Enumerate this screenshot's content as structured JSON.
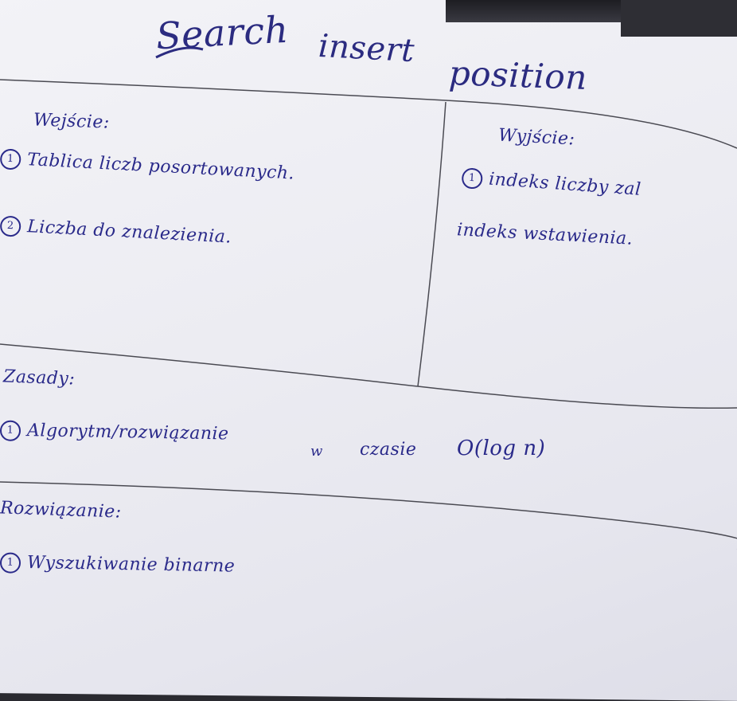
{
  "title": {
    "word1": "Search",
    "word2": "insert",
    "word3": "position"
  },
  "inputs": {
    "heading": "Wejście:",
    "items": [
      {
        "num": "1",
        "text": "Tablica liczb posortowanych."
      },
      {
        "num": "2",
        "text": "Liczba do znalezienia."
      }
    ]
  },
  "outputs": {
    "heading": "Wyjście:",
    "items": [
      {
        "num": "1",
        "text": "indeks liczby zal"
      },
      {
        "num": "",
        "text": "indeks wstawienia."
      }
    ]
  },
  "rules": {
    "heading": "Zasady:",
    "items": [
      {
        "num": "1",
        "text": "Algorytm/rozwiązanie",
        "suffix1": "w",
        "suffix2": "czasie",
        "suffix3": "O(log n)"
      }
    ]
  },
  "solution": {
    "heading": "Rozwiązanie:",
    "items": [
      {
        "num": "1",
        "text": "Wyszukiwanie binarne"
      }
    ]
  }
}
